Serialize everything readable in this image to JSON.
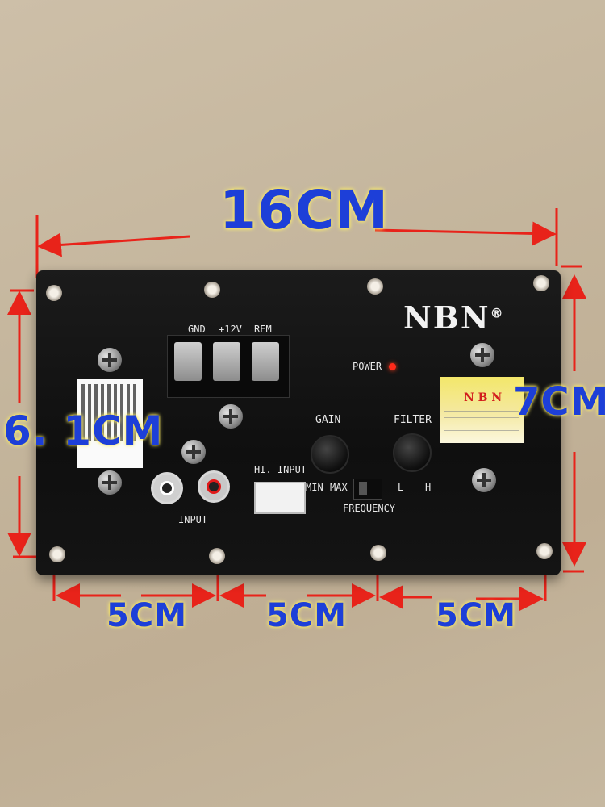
{
  "dimensions": {
    "width": "16CM",
    "height_right": "7CM",
    "height_left": "6. 1CM",
    "spacing_1": "5CM",
    "spacing_2": "5CM",
    "spacing_3": "5CM"
  },
  "panel": {
    "brand": "NBN",
    "registered": "®",
    "terminal_labels": [
      "GND",
      "+12V",
      "REM"
    ],
    "power": "POWER",
    "gain": "GAIN",
    "filter": "FILTER",
    "hi_input": "HI. INPUT",
    "min": "MIN",
    "max": "MAX",
    "low": "L",
    "high": "H",
    "frequency": "FREQUENCY",
    "input": "INPUT",
    "sticker_brand": "N B N"
  },
  "colors": {
    "dimension_text": "#1d3fd8",
    "arrow": "#e8231a",
    "panel": "#141414"
  }
}
